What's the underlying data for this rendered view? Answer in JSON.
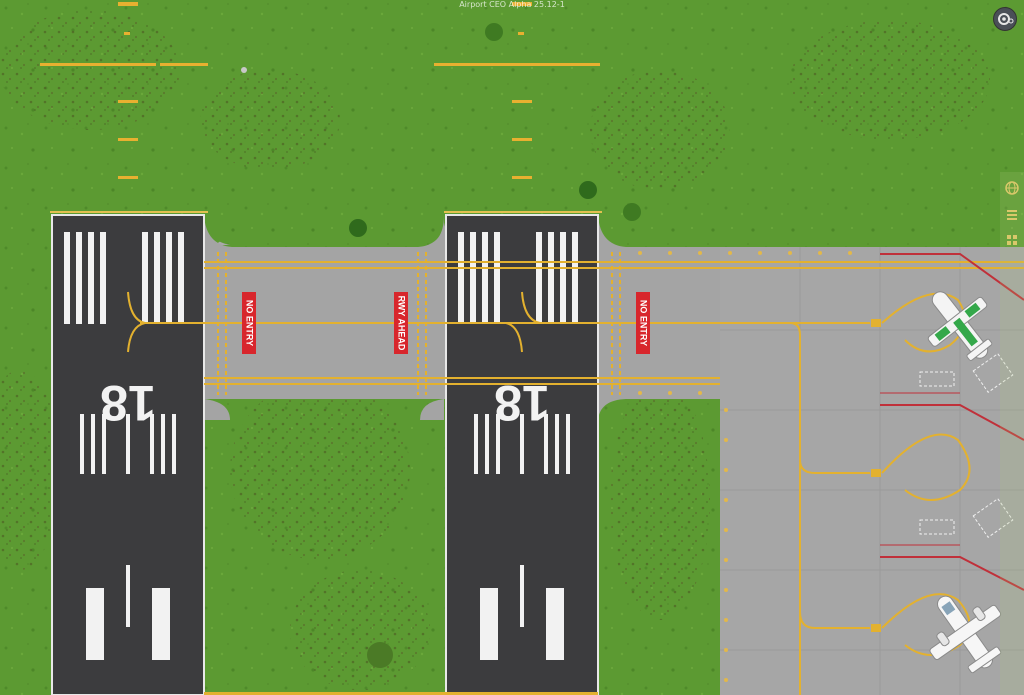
{
  "window": {
    "title": "Airport CEO Alpha 25.12-1"
  },
  "runways": [
    {
      "name": "runway-left",
      "designator": "18"
    },
    {
      "name": "runway-right",
      "designator": "18"
    }
  ],
  "signs": {
    "no_entry": "NO ENTRY",
    "rwy_ahead": "RWY AHEAD"
  },
  "aircraft": [
    {
      "type": "small-propeller",
      "livery": "green-white"
    },
    {
      "type": "twin-propeller",
      "livery": "white"
    }
  ],
  "stands": 3,
  "icons": {
    "settings": "gear-icon",
    "side_tools": [
      "globe-icon",
      "list-icon",
      "grid-icon"
    ]
  },
  "colors": {
    "grass": "#5c9a32",
    "runway": "#3c3c3e",
    "apron": "#a4a4a4",
    "taxi_line": "#e3b12f",
    "sign_red": "#d8262c",
    "stand_line": "#c0303a"
  }
}
